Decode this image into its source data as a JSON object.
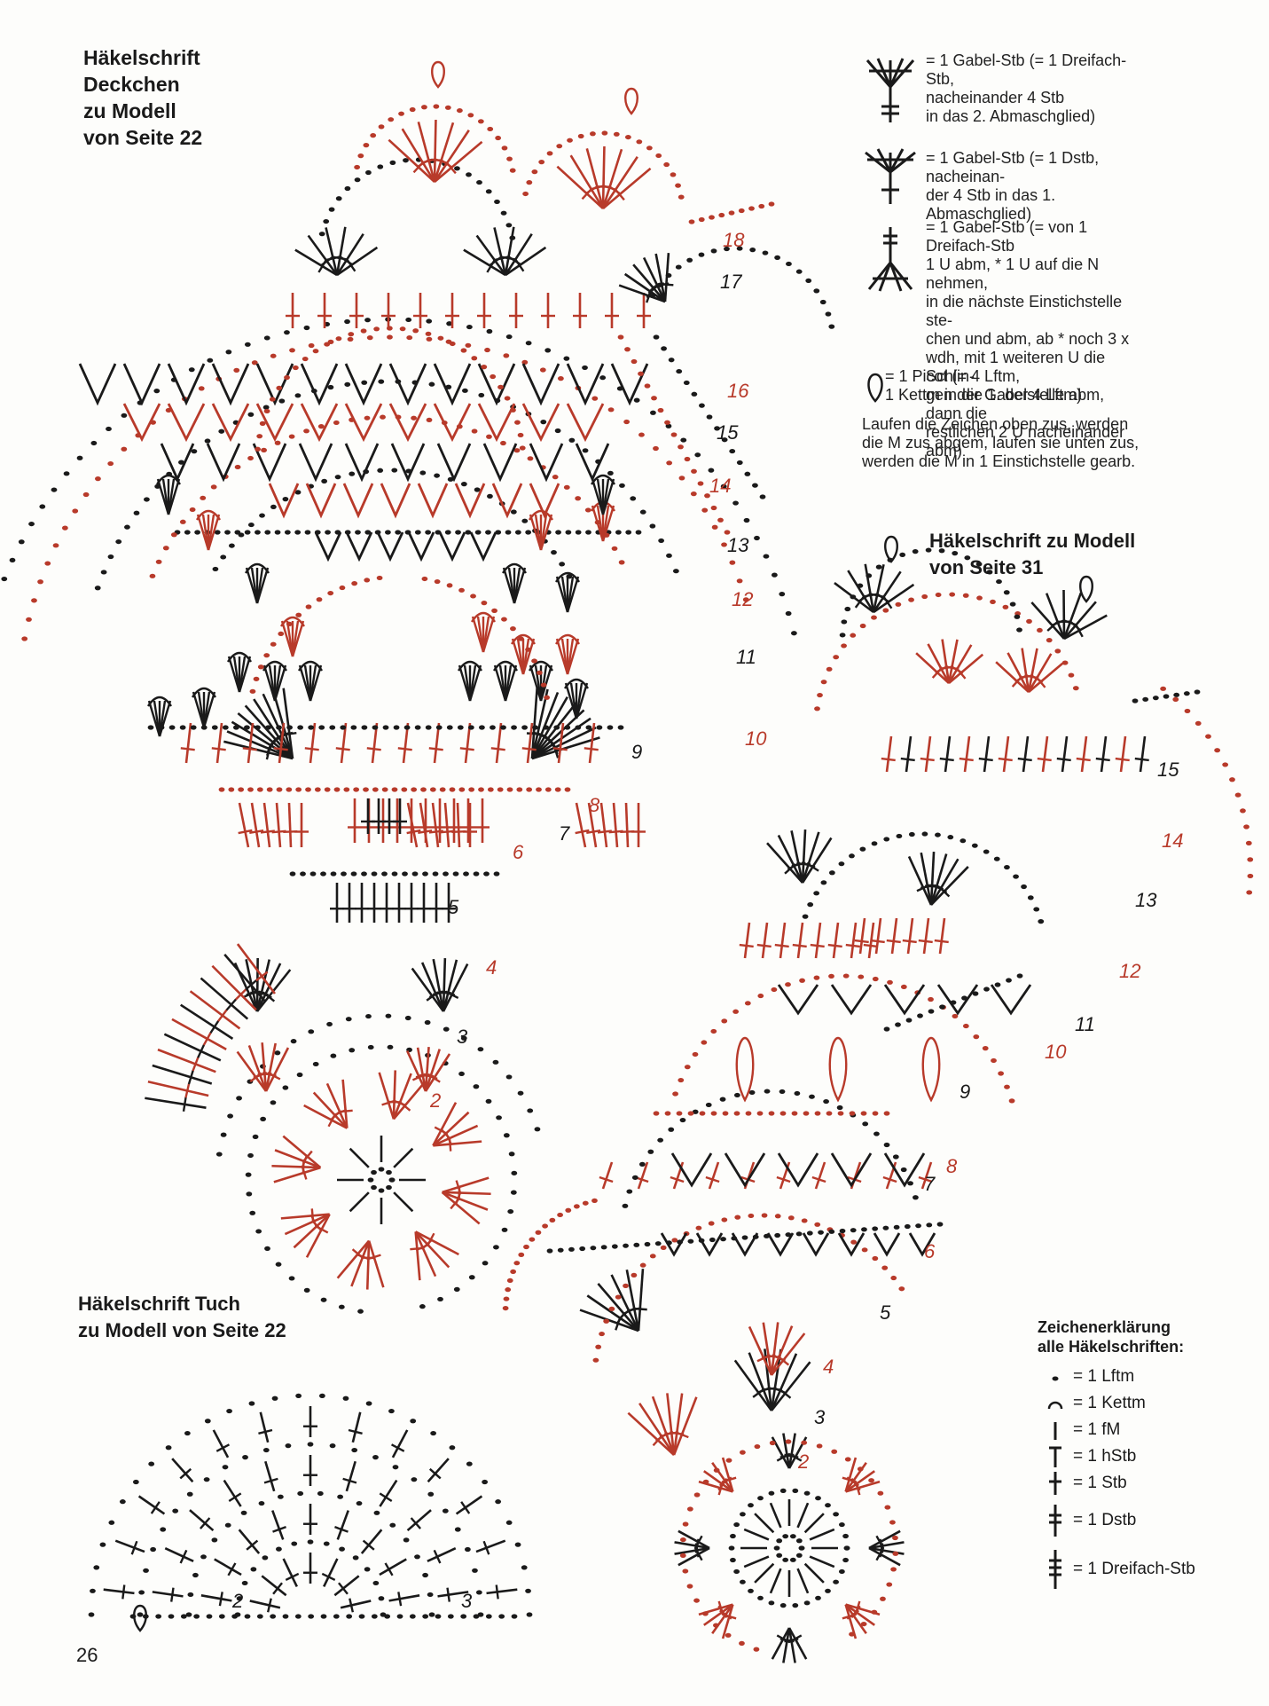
{
  "titles": {
    "deckchen": "Häkelschrift\nDeckchen\nzu Modell\nvon Seite 22",
    "modell31": "Häkelschrift zu Modell\nvon Seite 31",
    "tuch": "Häkelschrift Tuch\nzu Modell von Seite 22"
  },
  "legend_top": [
    {
      "icon": "gabel-stb-dreifach-icon",
      "text": "= 1 Gabel-Stb (= 1 Dreifach-Stb,\n   nacheinander 4 Stb\n   in das 2. Abmaschglied)"
    },
    {
      "icon": "gabel-stb-dstb-icon",
      "text": "= 1 Gabel-Stb (= 1 Dstb, nacheinan-\n   der 4 Stb in das 1. Abmaschglied)"
    },
    {
      "icon": "gabel-stb-fan-icon",
      "text": "= 1 Gabel-Stb (= von 1 Dreifach-Stb\n   1 U abm, * 1 U auf die N nehmen,\n   in die nächste Einstichstelle ste-\n   chen und abm, ab * noch 3 x\n   wdh, mit 1 weiteren U die Schlin-\n   gen der Gabelstelle abm, dann die\n   restlichen 2 U nacheinander abm)"
    },
    {
      "icon": "picot-icon",
      "text": "= 1 Picot (= 4 Lftm,\n   1 Kettm in die 1. der 4 Lftm)"
    }
  ],
  "legend_note": "Laufen die Zeichen oben zus, werden\ndie M zus abgem, laufen sie unten zus,\nwerden die M in 1 Einstichstelle gearb.",
  "key": {
    "title": "Zeichenerklärung\nalle Häkelschriften:",
    "items": [
      {
        "icon": "lftm-icon",
        "text": "= 1 Lftm"
      },
      {
        "icon": "kettm-icon",
        "text": "= 1 Kettm"
      },
      {
        "icon": "fm-icon",
        "text": "= 1 fM"
      },
      {
        "icon": "hstb-icon",
        "text": "= 1 hStb"
      },
      {
        "icon": "stb-icon",
        "text": "= 1 Stb"
      },
      {
        "icon": "dstb-icon",
        "text": "= 1 Dstb"
      },
      {
        "icon": "dreifach-stb-icon",
        "text": "= 1 Dreifach-Stb"
      }
    ]
  },
  "round_numbers_left": [
    "2",
    "3",
    "4",
    "5",
    "6",
    "7",
    "8",
    "9",
    "10",
    "11",
    "12",
    "13",
    "14",
    "15",
    "16",
    "17",
    "18"
  ],
  "round_numbers_right": [
    "2",
    "3",
    "4",
    "5",
    "6",
    "7",
    "8",
    "9",
    "10",
    "11",
    "12",
    "13",
    "14",
    "15"
  ],
  "round_numbers_tuch": [
    "2",
    "3"
  ],
  "page_number": "26",
  "colors": {
    "black": "#1a1a1a",
    "red": "#b83a2a",
    "paper": "#fdfdfb"
  }
}
